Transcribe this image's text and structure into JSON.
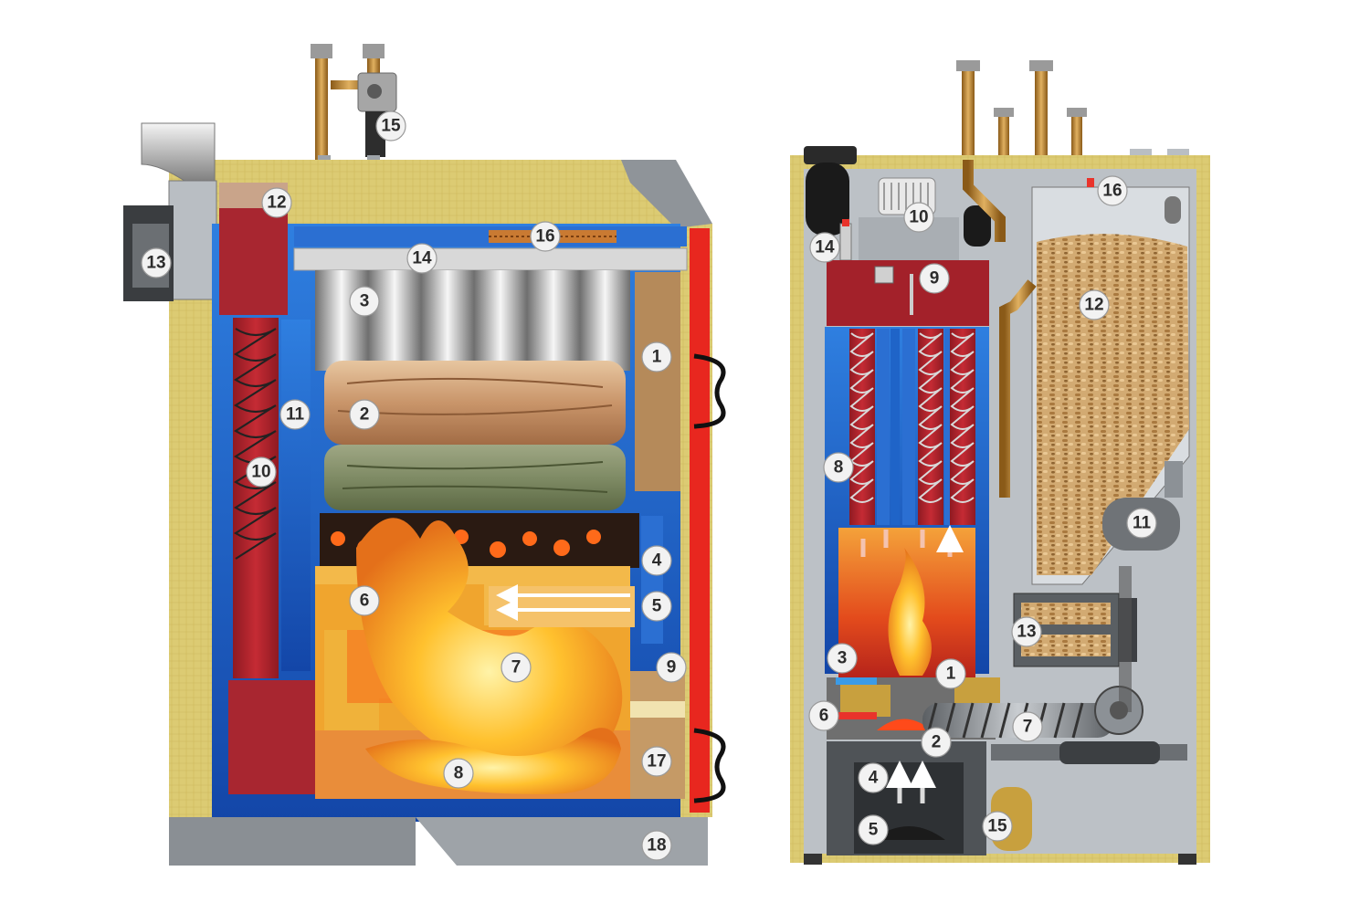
{
  "colors": {
    "insulation": "#d9c76a",
    "water_jacket": "#1f64c8",
    "hot_gas": "#b3252d",
    "door_red": "#e8271f",
    "flame": "#f7a21c",
    "refractory": "#f0b23a",
    "steel": "#9aa0a6",
    "pellets": "#c99a5a",
    "copper": "#c8922e",
    "marker_fill": "#f2f2f2"
  },
  "left_boiler": {
    "markers": [
      "1",
      "2",
      "3",
      "4",
      "5",
      "6",
      "7",
      "8",
      "9",
      "10",
      "11",
      "12",
      "13",
      "14",
      "15",
      "16",
      "17",
      "18"
    ]
  },
  "right_boiler": {
    "markers": [
      "1",
      "2",
      "3",
      "4",
      "5",
      "6",
      "7",
      "8",
      "9",
      "10",
      "11",
      "12",
      "13",
      "14",
      "15",
      "16"
    ]
  }
}
